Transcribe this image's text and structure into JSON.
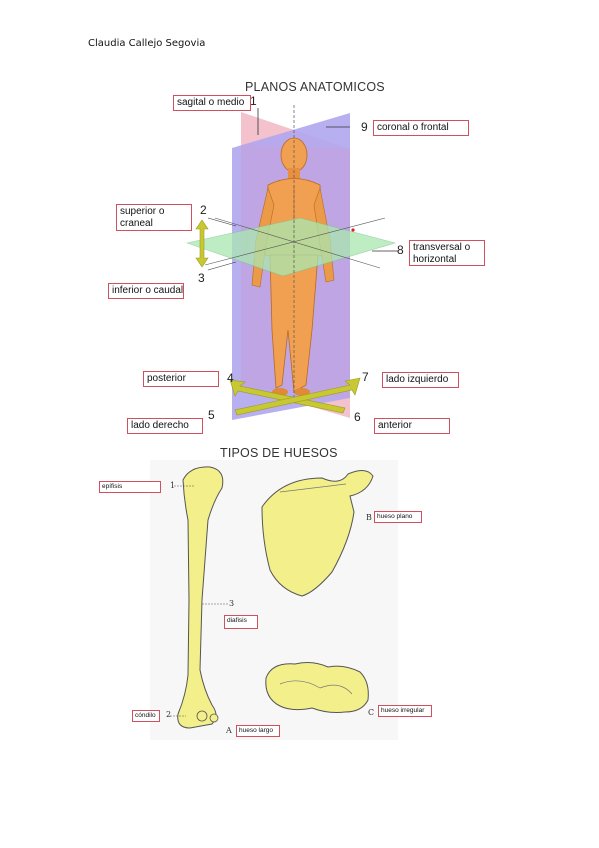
{
  "author": "Claudia Callejo Segovia",
  "planes": {
    "title": "PLANOS ANATOMICOS",
    "labels": [
      {
        "key": "sagital",
        "text": "sagital o medio",
        "number": "1"
      },
      {
        "key": "coronal",
        "text": "coronal o frontal",
        "number": "9"
      },
      {
        "key": "superior",
        "text": "superior o\ncraneal",
        "number": "2"
      },
      {
        "key": "inferior",
        "text": "inferior o caudal",
        "number": "3"
      },
      {
        "key": "transversal",
        "text": "transversal o\nhorizontal",
        "number": "8"
      },
      {
        "key": "posterior",
        "text": "posterior",
        "number": "4"
      },
      {
        "key": "izquierdo",
        "text": "lado izquierdo",
        "number": "7"
      },
      {
        "key": "derecho",
        "text": "lado derecho",
        "number": "5"
      },
      {
        "key": "anterior",
        "text": "anterior",
        "number": "6"
      }
    ]
  },
  "bones": {
    "title": "TIPOS DE HUESOS",
    "labels": [
      {
        "key": "epifisis",
        "text": "epífisis",
        "marker": "1"
      },
      {
        "key": "diafisis",
        "text": "diafisis",
        "marker": "3"
      },
      {
        "key": "condilo",
        "text": "cóndilo",
        "marker": "2"
      },
      {
        "key": "largo",
        "text": "hueso largo",
        "marker": "A"
      },
      {
        "key": "plano",
        "text": "hueso plano",
        "marker": "B"
      },
      {
        "key": "irregular",
        "text": "hueso irregular",
        "marker": "C"
      }
    ]
  },
  "colors": {
    "sagittal_plane": "#f1b7c4",
    "coronal_plane": "#b0a6f0",
    "transverse_plane": "#a9e8b0",
    "body": "#f0a050",
    "arrows": "#c8c832",
    "bone": "#f3ef8a",
    "label_border": "#d05060"
  }
}
